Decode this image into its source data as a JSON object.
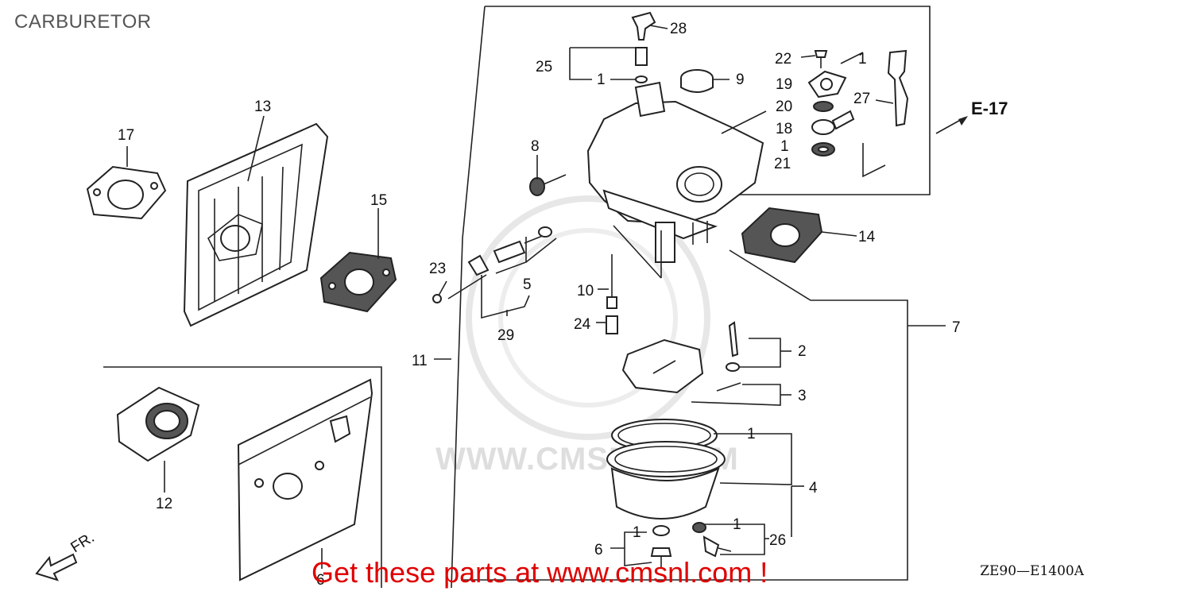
{
  "title": "CARBURETOR",
  "reference_code": "ZE90—E1400A",
  "promo_text": "Get these parts at www.cmsnl.com !",
  "watermark_text": "WWW.CMSNL.COM",
  "direction_label": "FR.",
  "section_ref": "E-17",
  "colors": {
    "promo": "#e00000",
    "line": "#222222",
    "watermark": "#dedede"
  },
  "callouts": {
    "c1a": "1",
    "c1b": "1",
    "c1c": "1",
    "c1d": "1",
    "c1e": "1",
    "c1f": "1",
    "c2": "2",
    "c3": "3",
    "c4": "4",
    "c5": "5",
    "c6a": "6",
    "c6b": "6",
    "c7": "7",
    "c8": "8",
    "c9": "9",
    "c10": "10",
    "c11": "11",
    "c12": "12",
    "c13": "13",
    "c14": "14",
    "c15": "15",
    "c17": "17",
    "c18": "18",
    "c19": "19",
    "c20": "20",
    "c21": "21",
    "c22": "22",
    "c23": "23",
    "c24": "24",
    "c25": "25",
    "c26": "26",
    "c27": "27",
    "c28": "28",
    "c29": "29"
  }
}
